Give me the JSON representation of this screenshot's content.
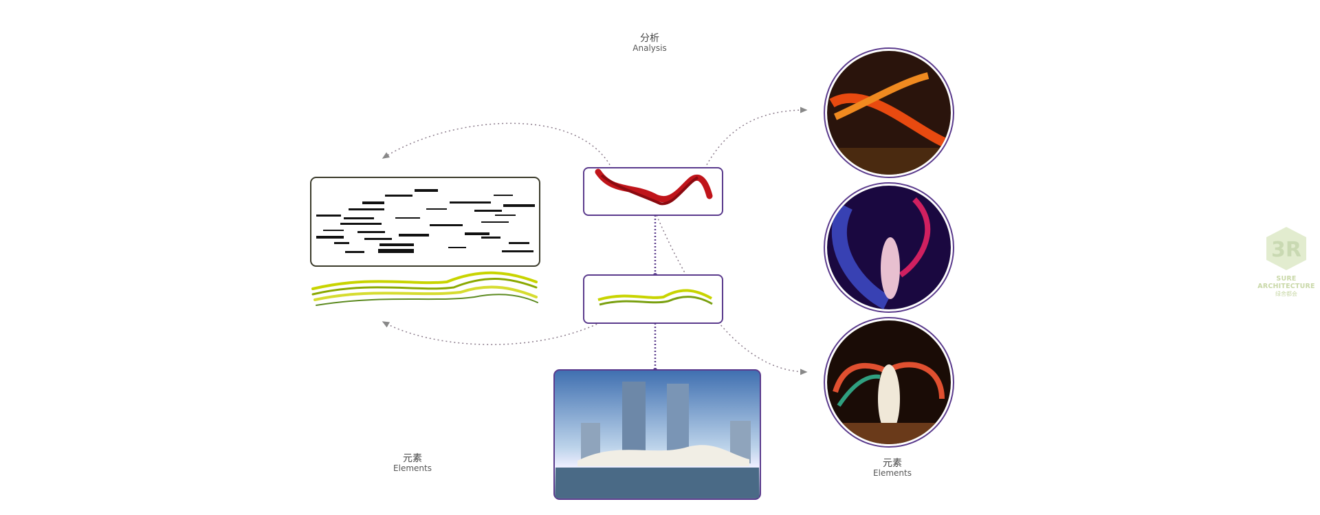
{
  "analysis": {
    "zh": "分析",
    "en": "Analysis"
  },
  "elements_left": {
    "zh": "元素",
    "en": "Elements"
  },
  "elements_right": {
    "zh": "元素",
    "en": "Elements"
  },
  "logo": {
    "name": "SURE ARCHITECTURE",
    "sub": "绿舍都会"
  },
  "colors": {
    "purple": "#5a3a8c",
    "dots": "#8a7a8a",
    "yellow": "#c8d400",
    "red": "#c0141a"
  }
}
